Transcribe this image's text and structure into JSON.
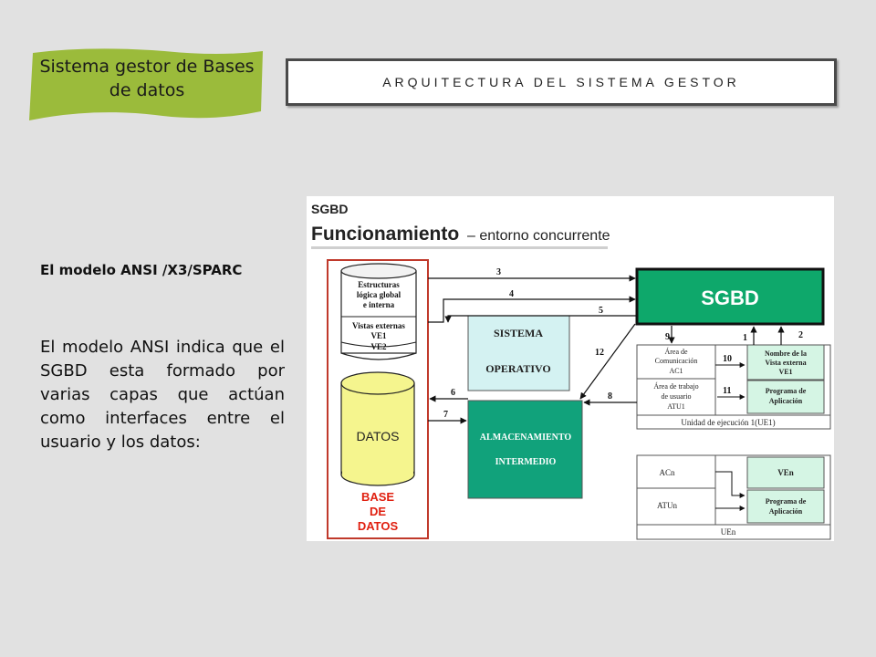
{
  "badge": {
    "line1": "Sistema gestor de Bases",
    "line2": "de datos",
    "color": "#9bbb3b"
  },
  "header": {
    "title": "ARQUITECTURA DEL SISTEMA GESTOR"
  },
  "section": {
    "subtitle": "El modelo ANSI /X3/SPARC",
    "paragraph": "El modelo ANSI indica que el SGBD esta formado por varias capas que actúan como interfaces entre el usuario y los datos:"
  },
  "diagram": {
    "header_small": "SGBD",
    "header_big": "Funcionamiento",
    "header_rest": "– entorno concurrente",
    "sgbd_label": "SGBD",
    "schemas": {
      "l1": "Estructuras",
      "l2": "lógica global",
      "l3": "e interna",
      "l4": "Vistas externas",
      "l5": "VE1",
      "l6": "VE2"
    },
    "datos_label": "DATOS",
    "base_l1": "BASE",
    "base_l2": "DE",
    "base_l3": "DATOS",
    "so_l1": "SISTEMA",
    "so_l2": "OPERATIVO",
    "alm_l1": "ALMACENAMIENTO",
    "alm_l2": "INTERMEDIO",
    "ue1": {
      "ac_l1": "Área de",
      "ac_l2": "Comunicación",
      "ac_l3": "AC1",
      "atu_l1": "Área de trabajo",
      "atu_l2": "de usuario",
      "atu_l3": "ATU1",
      "ve_l1": "Nombre de la",
      "ve_l2": "Vista externa",
      "ve_l3": "VE1",
      "prog_l1": "Programa de",
      "prog_l2": "Aplicación",
      "label": "Unidad de ejecución 1(UE1)"
    },
    "uen": {
      "ac": "ACn",
      "atu": "ATUn",
      "ve": "VEn",
      "prog_l1": "Programa de",
      "prog_l2": "Aplicación",
      "label": "UEn"
    },
    "arrows": {
      "a1": "1",
      "a2": "2",
      "a3": "3",
      "a4": "4",
      "a5": "5",
      "a6": "6",
      "a7": "7",
      "a8": "8",
      "a9": "9",
      "a10": "10",
      "a11": "11",
      "a12": "12"
    },
    "colors": {
      "sgbd": "#0ea86b",
      "so": "#d4f2f2",
      "alm": "#11a27b",
      "cylinder": "#f5f58e",
      "ve_box": "#d5f5e4",
      "border_red": "#c0392b"
    }
  }
}
